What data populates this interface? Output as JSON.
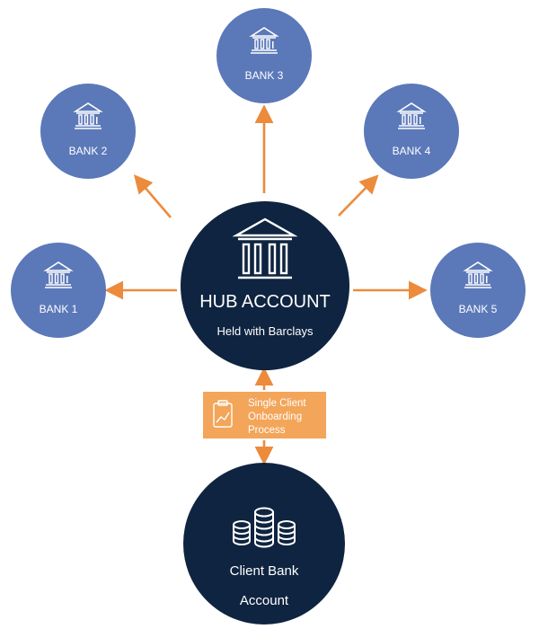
{
  "colors": {
    "bank_circle": "#5b78b9",
    "hub_circle": "#0f2440",
    "arrow": "#ec8b3c",
    "process_box": "#f3a55a",
    "text": "#ffffff"
  },
  "hub": {
    "title": "HUB ACCOUNT",
    "subtitle": "Held with Barclays",
    "icon": "bank-building-icon"
  },
  "banks": [
    {
      "label": "BANK 1",
      "icon": "bank-building-icon"
    },
    {
      "label": "BANK 2",
      "icon": "bank-building-icon"
    },
    {
      "label": "BANK 3",
      "icon": "bank-building-icon"
    },
    {
      "label": "BANK 4",
      "icon": "bank-building-icon"
    },
    {
      "label": "BANK 5",
      "icon": "bank-building-icon"
    }
  ],
  "process": {
    "line1": "Single Client",
    "line2": "Onboarding",
    "line3": "Process",
    "icon": "clipboard-chart-icon"
  },
  "client": {
    "line1": "Client Bank",
    "line2": "Account",
    "icon": "coin-stacks-icon"
  }
}
